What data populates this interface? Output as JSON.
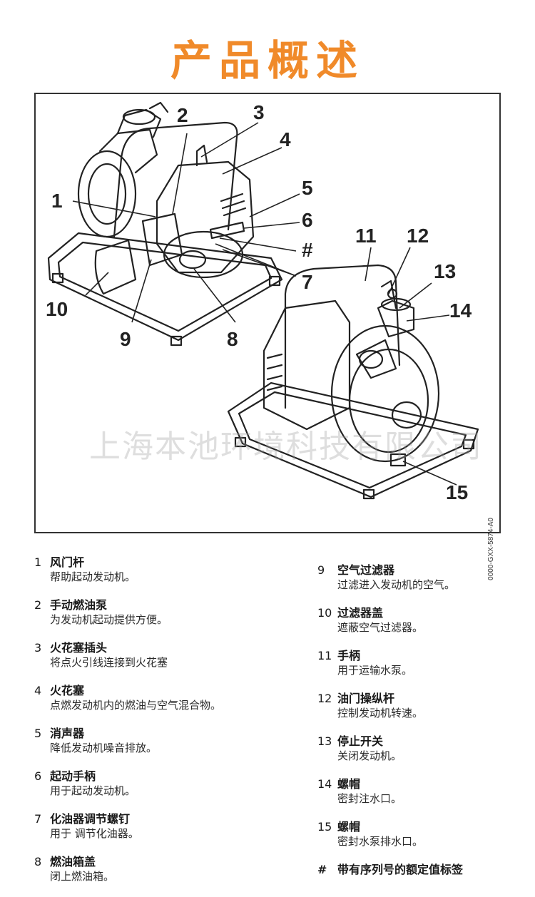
{
  "header": {
    "title": "产品概述"
  },
  "figure": {
    "code": "0000-GXX-5874-A0",
    "callouts": [
      "1",
      "2",
      "3",
      "4",
      "5",
      "6",
      "#",
      "7",
      "8",
      "9",
      "10",
      "11",
      "12",
      "13",
      "14",
      "15"
    ]
  },
  "watermark": "上海本池环境科技有限公司",
  "legend": {
    "left": [
      {
        "num": "1",
        "name": "风门杆",
        "desc": "帮助起动发动机。"
      },
      {
        "num": "2",
        "name": "手动燃油泵",
        "desc": "为发动机起动提供方便。"
      },
      {
        "num": "3",
        "name": "火花塞插头",
        "desc": "将点火引线连接到火花塞"
      },
      {
        "num": "4",
        "name": "火花塞",
        "desc": "点燃发动机内的燃油与空气混合物。"
      },
      {
        "num": "5",
        "name": "消声器",
        "desc": "降低发动机噪音排放。"
      },
      {
        "num": "6",
        "name": "起动手柄",
        "desc": "用于起动发动机。"
      },
      {
        "num": "7",
        "name": "化油器调节螺钉",
        "desc": "用于  调节化油器。"
      },
      {
        "num": "8",
        "name": "燃油箱盖",
        "desc": "闭上燃油箱。"
      }
    ],
    "right": [
      {
        "num": "9",
        "name": "空气过滤器",
        "desc": "过滤进入发动机的空气。"
      },
      {
        "num": "10",
        "name": "过滤器盖",
        "desc": "遮蔽空气过滤器。"
      },
      {
        "num": "11",
        "name": "手柄",
        "desc": "用于运输水泵。"
      },
      {
        "num": "12",
        "name": "油门操纵杆",
        "desc": "控制发动机转速。"
      },
      {
        "num": "13",
        "name": "停止开关",
        "desc": "关闭发动机。"
      },
      {
        "num": "14",
        "name": "螺帽",
        "desc": "密封注水口。"
      },
      {
        "num": "15",
        "name": "螺帽",
        "desc": "密封水泵排水口。"
      },
      {
        "num": "#",
        "name": "带有序列号的额定值标签",
        "desc": ""
      }
    ]
  }
}
